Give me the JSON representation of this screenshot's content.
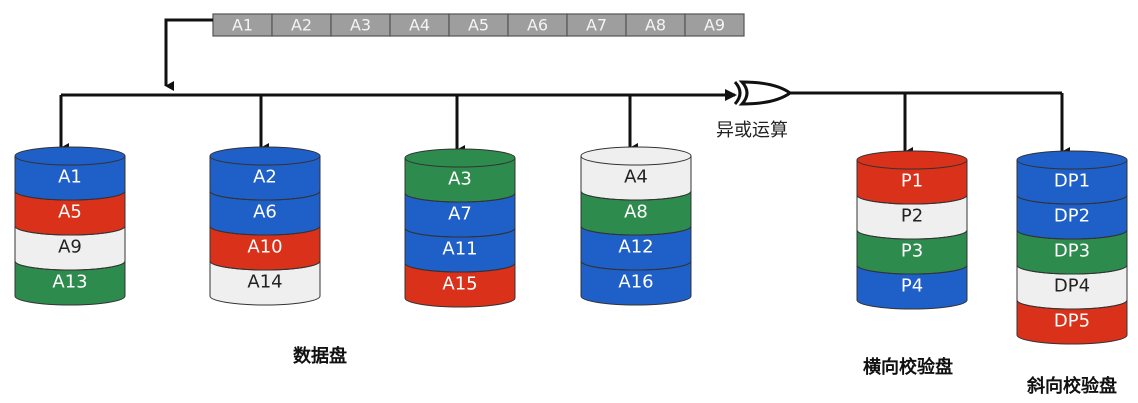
{
  "colors": {
    "blue": "#1f5fc8",
    "red": "#d9311a",
    "green": "#2e8b4e",
    "white": "#efefef",
    "line": "#111111",
    "strip": "#9e9e9e"
  },
  "stripe_strip": [
    "A1",
    "A2",
    "A3",
    "A4",
    "A5",
    "A6",
    "A7",
    "A8",
    "A9"
  ],
  "xor_label": "异或运算",
  "data_disks_label": "数据盘",
  "h_parity_label": "横向校验盘",
  "d_parity_label": "斜向校验盘",
  "disks": [
    {
      "name": "disk-1",
      "segments": [
        {
          "label": "A1",
          "color": "blue"
        },
        {
          "label": "A5",
          "color": "red"
        },
        {
          "label": "A9",
          "color": "white"
        },
        {
          "label": "A13",
          "color": "green"
        }
      ]
    },
    {
      "name": "disk-2",
      "segments": [
        {
          "label": "A2",
          "color": "blue"
        },
        {
          "label": "A6",
          "color": "blue"
        },
        {
          "label": "A10",
          "color": "red"
        },
        {
          "label": "A14",
          "color": "white"
        }
      ]
    },
    {
      "name": "disk-3",
      "segments": [
        {
          "label": "A3",
          "color": "green"
        },
        {
          "label": "A7",
          "color": "blue"
        },
        {
          "label": "A11",
          "color": "blue"
        },
        {
          "label": "A15",
          "color": "red"
        }
      ]
    },
    {
      "name": "disk-4",
      "segments": [
        {
          "label": "A4",
          "color": "white"
        },
        {
          "label": "A8",
          "color": "green"
        },
        {
          "label": "A12",
          "color": "blue"
        },
        {
          "label": "A16",
          "color": "blue"
        }
      ]
    },
    {
      "name": "h-parity-disk",
      "segments": [
        {
          "label": "P1",
          "color": "red"
        },
        {
          "label": "P2",
          "color": "white"
        },
        {
          "label": "P3",
          "color": "green"
        },
        {
          "label": "P4",
          "color": "blue"
        }
      ]
    },
    {
      "name": "d-parity-disk",
      "segments": [
        {
          "label": "DP1",
          "color": "blue"
        },
        {
          "label": "DP2",
          "color": "blue"
        },
        {
          "label": "DP3",
          "color": "green"
        },
        {
          "label": "DP4",
          "color": "white"
        },
        {
          "label": "DP5",
          "color": "red"
        }
      ]
    }
  ]
}
